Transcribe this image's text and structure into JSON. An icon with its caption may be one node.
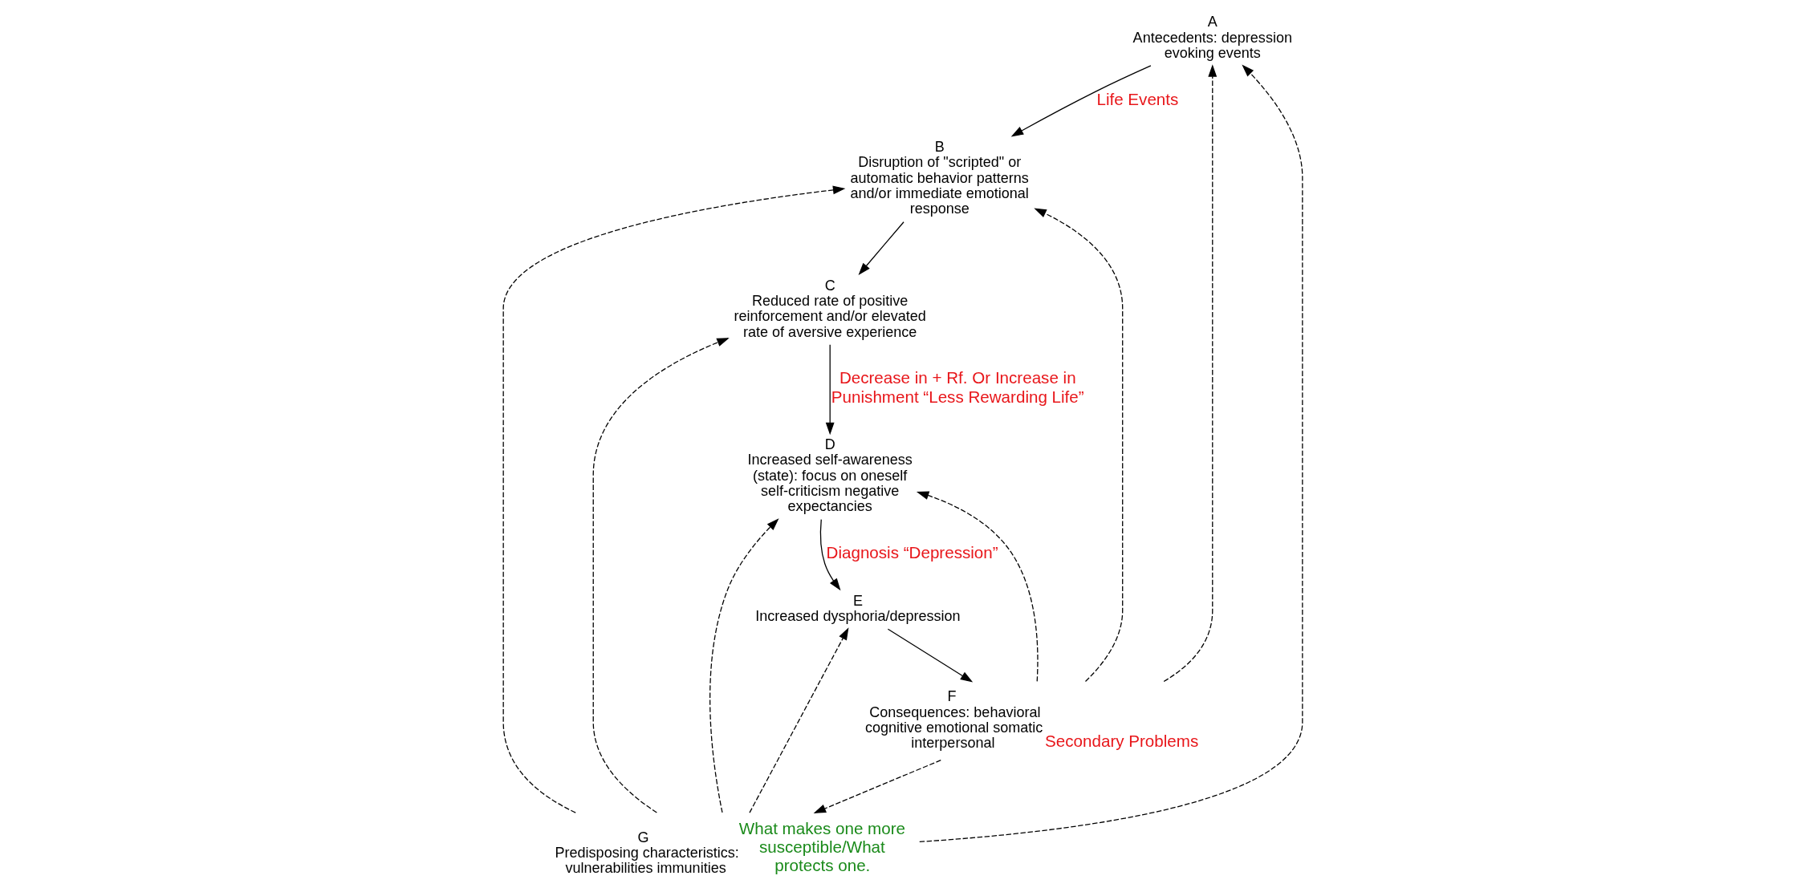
{
  "diagram": {
    "nodes": [
      {
        "text": [
          "A",
          "Antecedents: depression evoking events"
        ]
      },
      {
        "text": [
          "B",
          "Disruption of \"scripted\" or automatic behavior patterns and/or immediate emotional response"
        ]
      },
      {
        "text": [
          "C",
          "Reduced rate of positive reinforcement and/or elevated rate of aversive experience"
        ]
      },
      {
        "text": [
          "D",
          "Increased self-awareness (state): focus on oneself self-criticism negative expectancies"
        ]
      },
      {
        "text": [
          "E",
          "Increased dysphoria/depression"
        ]
      },
      {
        "text": [
          "F",
          "Consequences: behavioral cognitive emotional somatic interpersonal"
        ],
        "beside": [
          "Secondary Problems"
        ]
      },
      {
        "text": [
          "G",
          "Predisposing characteristics: vulnerabilities immunities"
        ],
        "beside": [
          "What makes one more susceptible/What protects one."
        ]
      }
    ],
    "edges": [
      {
        "from": 0,
        "to": 1,
        "arrow": "to",
        "label": "Life Events"
      },
      {
        "from": 1,
        "to": 2,
        "arrow": "to"
      },
      {
        "from": 2,
        "to": 3,
        "arrow": "to",
        "label": "Decrease in + Rf. Or Increase in Punishment “Less Rewarding Life”"
      },
      {
        "from": 3,
        "to": 4,
        "arrow": "to",
        "label": "Diagnosis “Depression”"
      },
      {
        "from": 4,
        "to": 5,
        "arrow": "to"
      },
      {
        "from": 6,
        "to": 0,
        "arrow": "to",
        "style": "dashed"
      },
      {
        "from": 6,
        "to": 1,
        "arrow": "to",
        "style": "dashed"
      },
      {
        "from": 6,
        "to": 2,
        "arrow": "to",
        "style": "dashed"
      },
      {
        "from": 6,
        "to": 3,
        "arrow": "to",
        "style": "dashed"
      },
      {
        "from": 6,
        "to": 4,
        "arrow": "to",
        "style": "dashed"
      },
      {
        "from": 5,
        "to": 6,
        "arrow": "to",
        "style": "dashed"
      },
      {
        "from": 5,
        "to": 3,
        "arrow": "to",
        "style": "dashed"
      },
      {
        "from": 5,
        "to": 1,
        "arrow": "to",
        "style": "dashed"
      },
      {
        "from": 5,
        "to": 0,
        "arrow": "to",
        "style": "dashed"
      }
    ]
  }
}
